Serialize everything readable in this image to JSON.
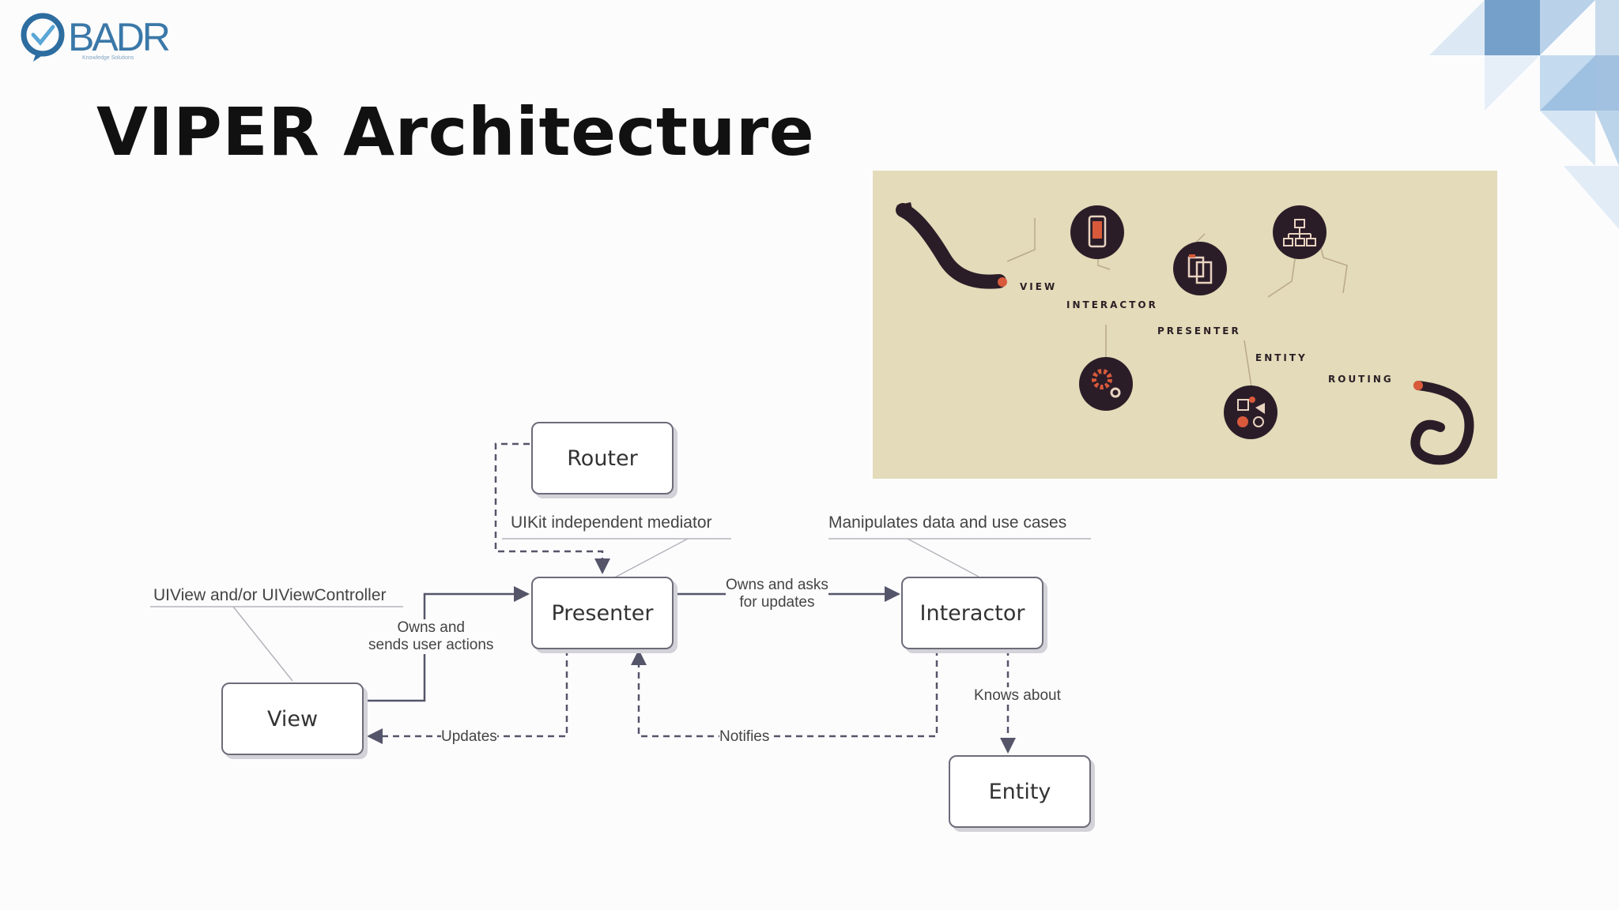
{
  "logo": {
    "text": "BADR",
    "tagline": "Knowledge Solutions"
  },
  "slide": {
    "title": "VIPER Architecture"
  },
  "photo": {
    "labels": [
      "VIEW",
      "INTERACTOR",
      "PRESENTER",
      "ENTITY",
      "ROUTING"
    ]
  },
  "diagram": {
    "boxes": {
      "router": "Router",
      "presenter": "Presenter",
      "interactor": "Interactor",
      "view": "View",
      "entity": "Entity"
    },
    "annotations": {
      "router_note": "UIKit independent mediator",
      "interactor_note": "Manipulates data and use cases",
      "view_note": "UIView and/or UIViewController",
      "view_to_presenter_1": "Owns and",
      "view_to_presenter_2": "sends user actions",
      "presenter_to_interactor_1": "Owns and asks",
      "presenter_to_interactor_2": "for updates",
      "knows_about": "Knows about",
      "updates": "Updates",
      "notifies": "Notifies"
    }
  },
  "colors": {
    "title": "#111111",
    "box_border": "#6c6c7a",
    "photo_bg": "#e3dbb9",
    "logo": "#3a78a8"
  }
}
